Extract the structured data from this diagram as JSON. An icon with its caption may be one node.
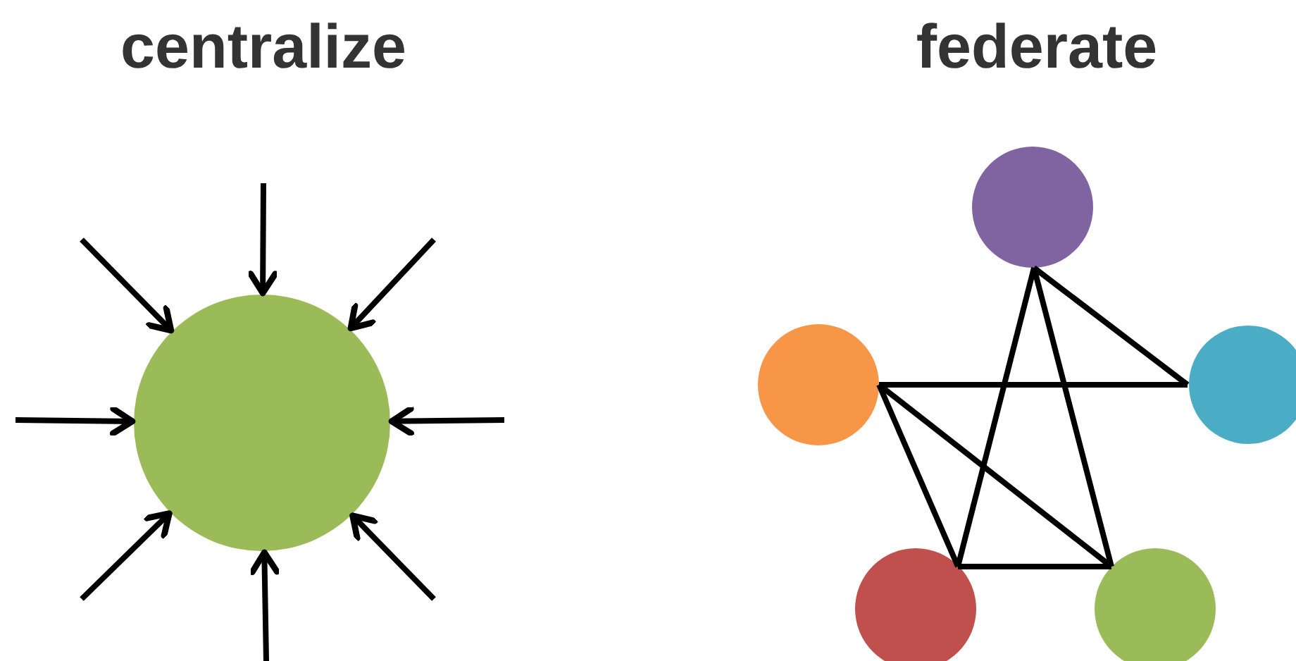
{
  "diagram": {
    "nodes": [
      {
        "text": [],
        "shape": "circle"
      },
      {
        "text": [],
        "shape": "circle"
      },
      {
        "text": [],
        "shape": "circle"
      },
      {
        "text": [],
        "shape": "circle"
      },
      {
        "text": [],
        "shape": "circle"
      },
      {
        "text": [],
        "shape": "circle"
      }
    ],
    "edges": [
      {
        "from": null,
        "to": 0,
        "arrow": "to"
      },
      {
        "from": null,
        "to": 0,
        "arrow": "to"
      },
      {
        "from": null,
        "to": 0,
        "arrow": "to"
      },
      {
        "from": null,
        "to": 0,
        "arrow": "to"
      },
      {
        "from": null,
        "to": 0,
        "arrow": "to"
      },
      {
        "from": null,
        "to": 0,
        "arrow": "to"
      },
      {
        "from": null,
        "to": 0,
        "arrow": "to"
      },
      {
        "from": null,
        "to": 0,
        "arrow": "to"
      },
      {
        "from": 1,
        "to": 3,
        "arrow": "none"
      },
      {
        "from": 1,
        "to": 4,
        "arrow": "none"
      },
      {
        "from": 1,
        "to": 5,
        "arrow": "none"
      },
      {
        "from": 2,
        "to": 3,
        "arrow": "none"
      },
      {
        "from": 2,
        "to": 4,
        "arrow": "none"
      },
      {
        "from": 2,
        "to": 5,
        "arrow": "none"
      },
      {
        "from": 4,
        "to": 5,
        "arrow": "none"
      }
    ],
    "labels": [
      "centralize",
      "federate"
    ]
  }
}
